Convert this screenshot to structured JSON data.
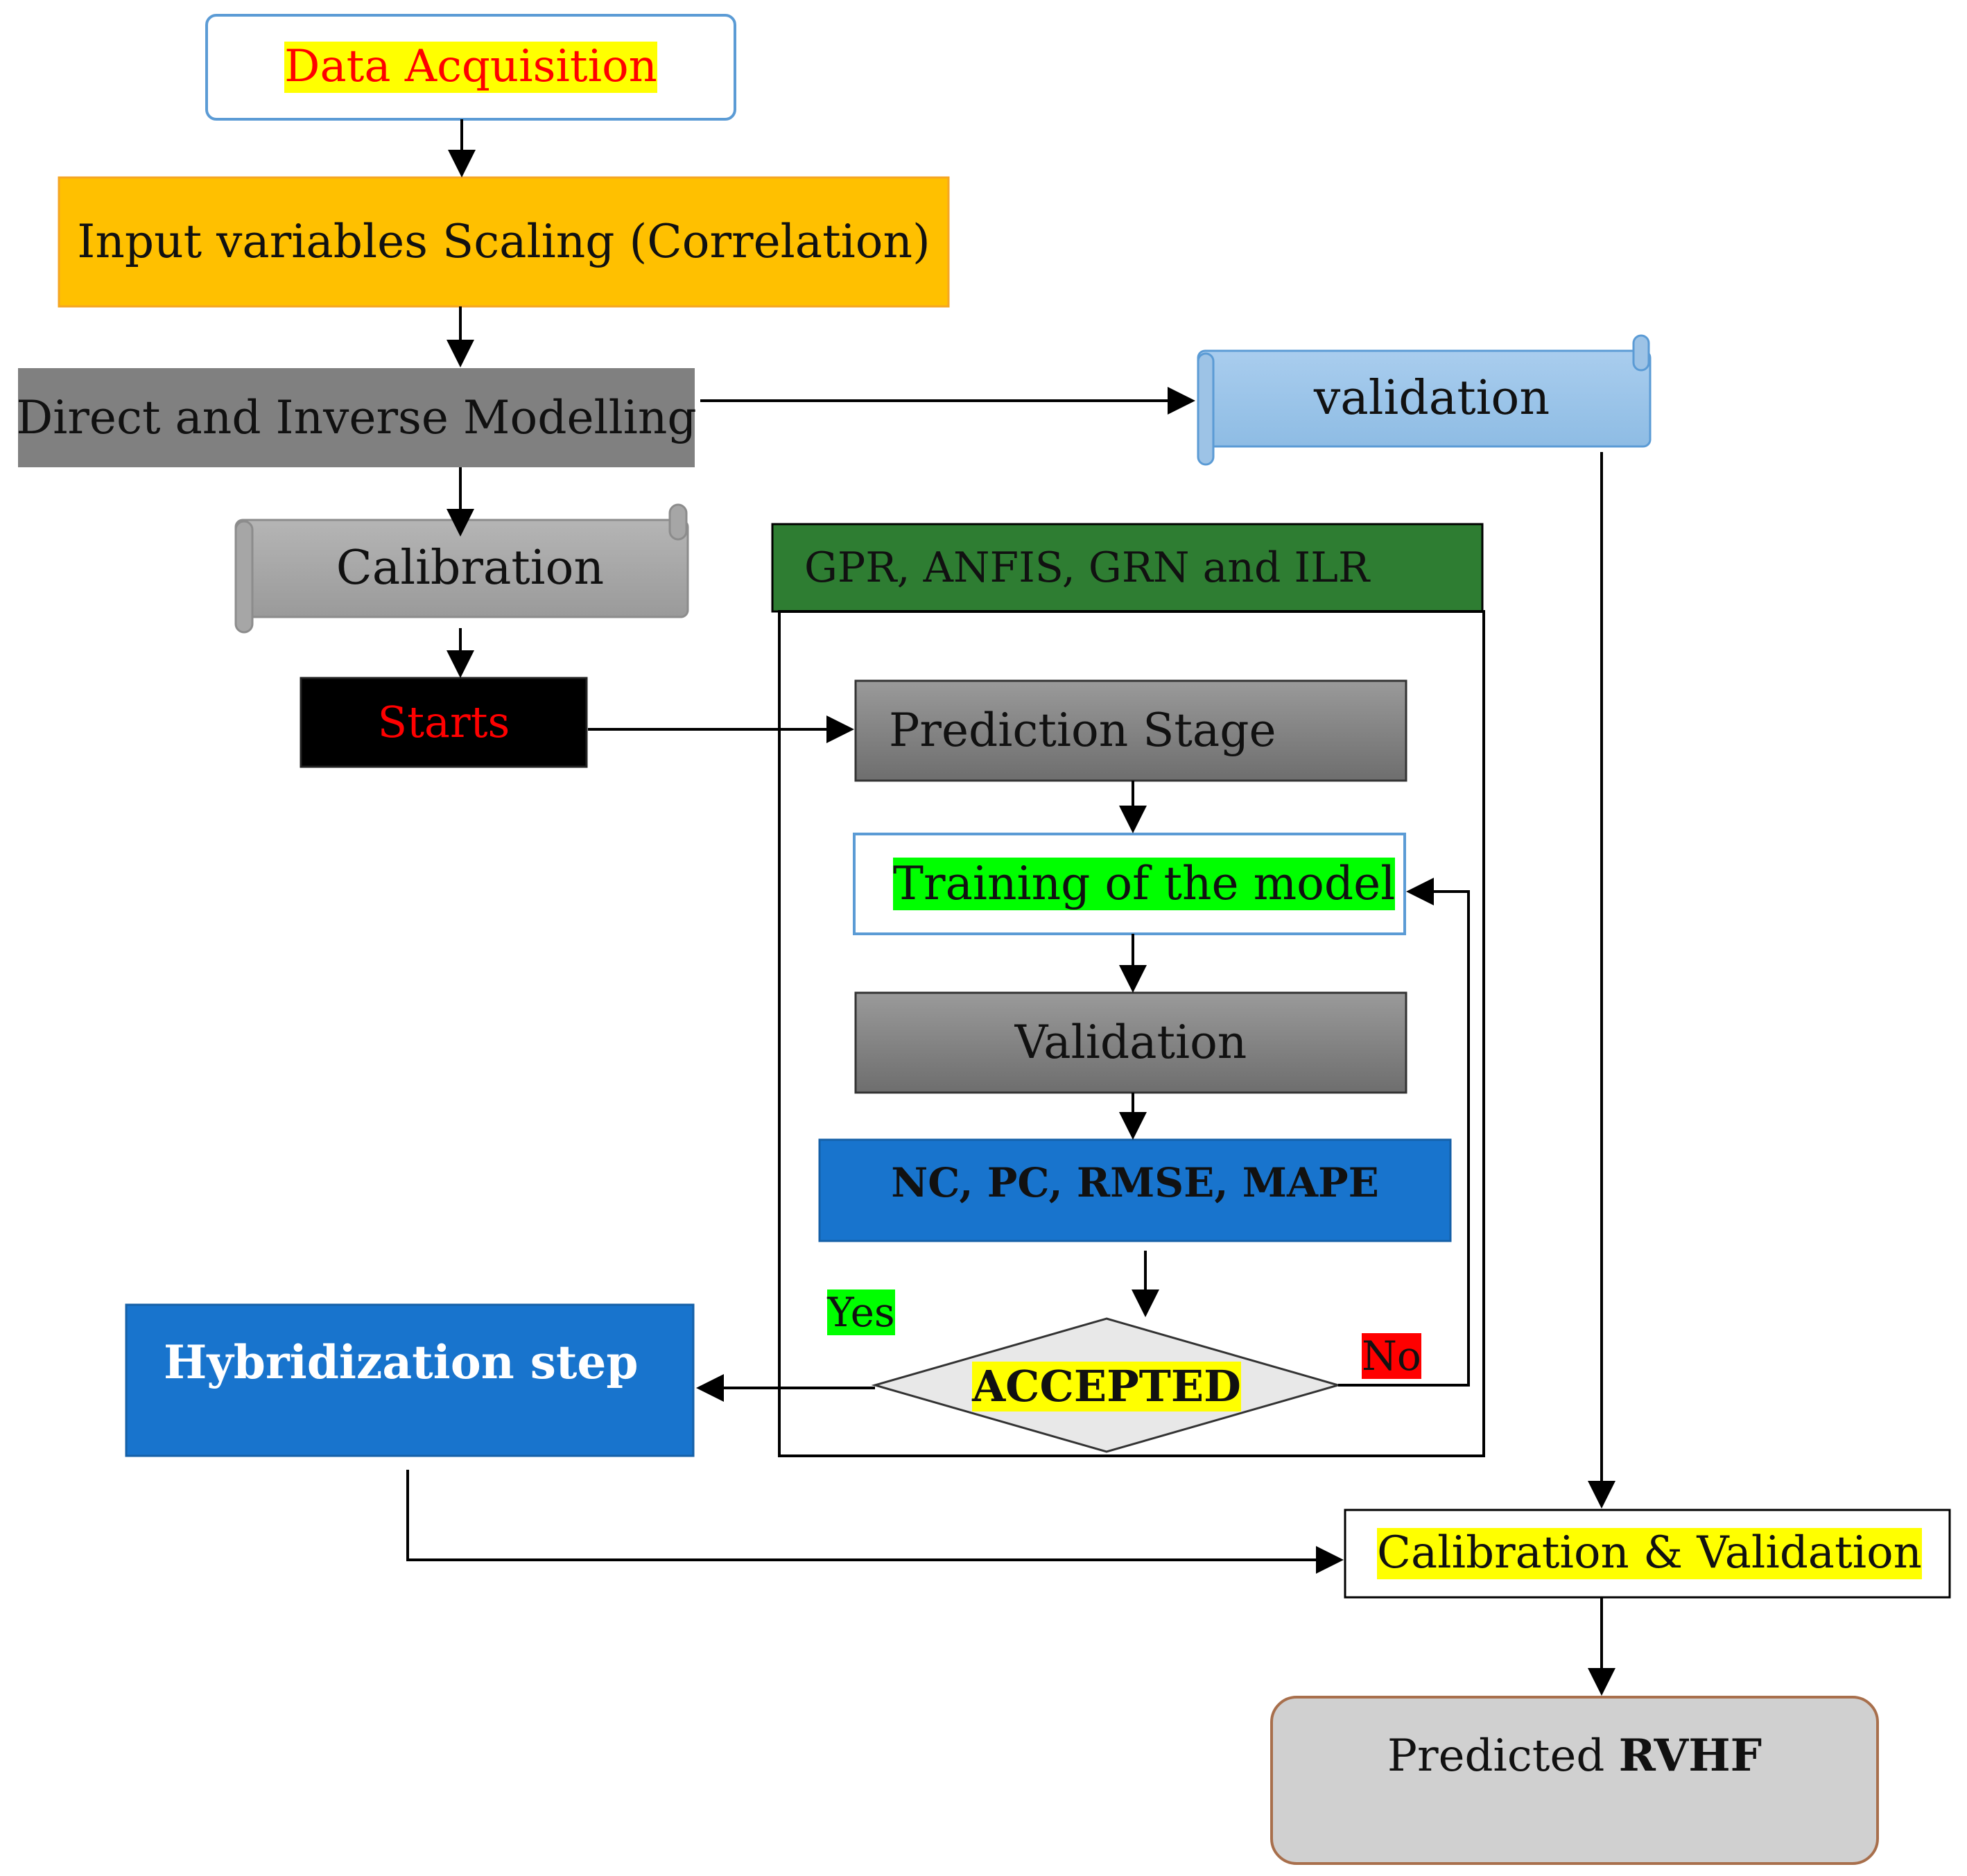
{
  "nodes": {
    "data_acquisition": "Data Acquisition",
    "input_scaling": "Input variables Scaling (Correlation)",
    "direct_inverse": "Direct and Inverse Modelling",
    "validation_scroll": "validation",
    "calibration_scroll": "Calibration",
    "models_header": "GPR, ANFIS, GRN and ILR",
    "starts": "Starts",
    "prediction_stage": "Prediction Stage",
    "training": "Training of the model",
    "validation_box": "Validation",
    "metrics": "NC, PC, RMSE, MAPE",
    "decision": "ACCEPTED",
    "yes_label": "Yes",
    "no_label": "No",
    "hybridization": "Hybridization step",
    "cal_val": "Calibration & Validation",
    "predicted_prefix": "Predicted",
    "predicted_bold": "RVHF"
  },
  "colors": {
    "orange": "#ffc000",
    "dark_gray": "#808080",
    "gray": "#a6a6a6",
    "light_blue": "#9dc3e6",
    "dark_green": "#2e7d32",
    "blue": "#1874cd",
    "black": "#000000",
    "highlight_yellow": "#ffff00",
    "highlight_green": "#00ff00",
    "highlight_red": "#ff0000",
    "red_text": "#ff0000"
  }
}
